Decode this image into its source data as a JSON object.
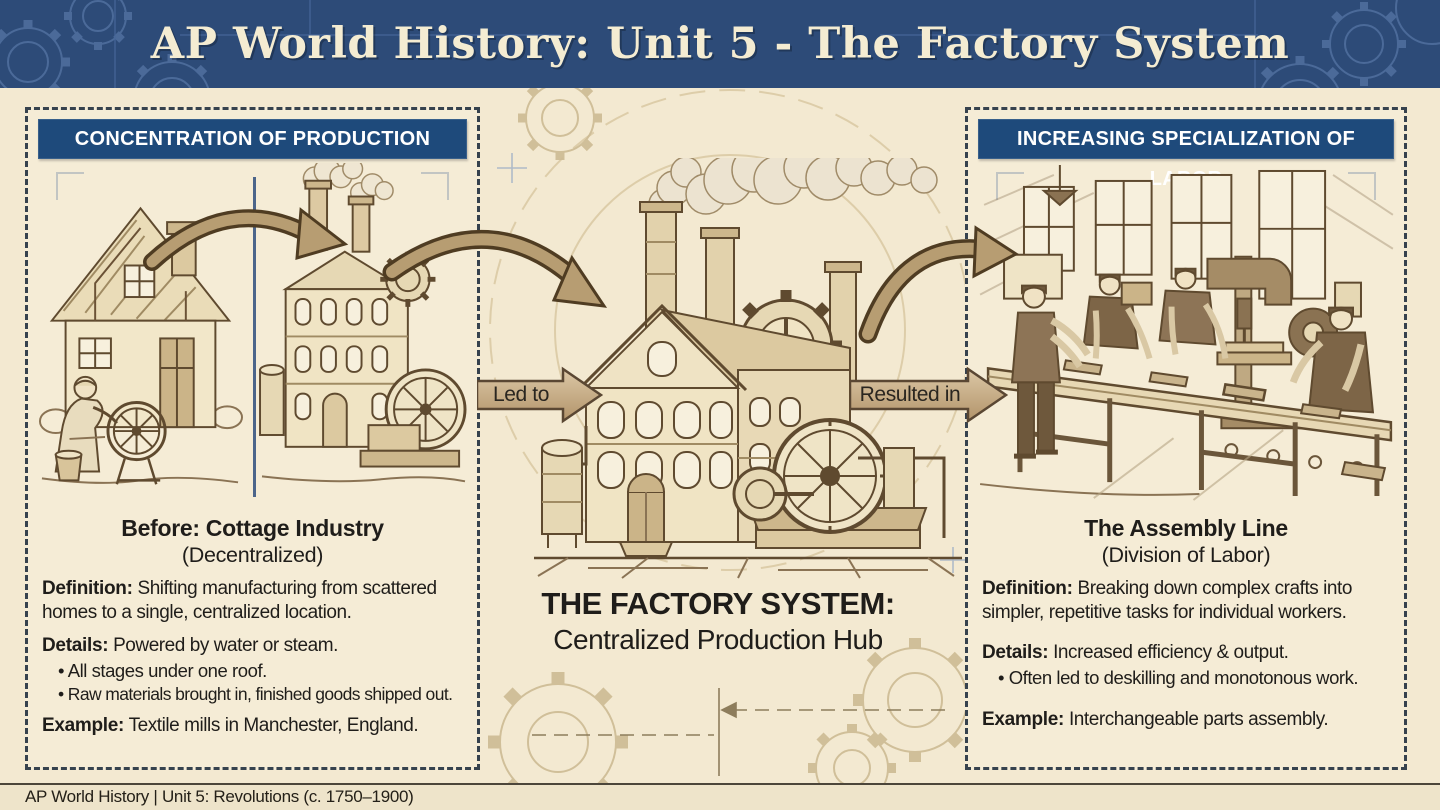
{
  "banner": {
    "title": "AP World History: Unit 5 - The Factory System"
  },
  "left_panel": {
    "header": "CONCENTRATION OF PRODUCTION",
    "title": "Before: Cottage Industry",
    "subtitle": "(Decentralized)",
    "definition_label": "Definition:",
    "definition_text": "Shifting manufacturing from scattered homes to a single, centralized location.",
    "details_label": "Details:",
    "details_text": "Powered by water or steam.",
    "bullets": [
      "• All stages under one roof.",
      "• Raw materials brought in, finished goods shipped out."
    ],
    "example_label": "Example:",
    "example_text": "Textile mills in Manchester, England."
  },
  "center": {
    "arrow_left_label": "Led to",
    "arrow_right_label": "Resulted in",
    "title": "THE FACTORY SYSTEM:",
    "subtitle": "Centralized Production Hub"
  },
  "right_panel": {
    "header": "INCREASING SPECIALIZATION OF LABOR",
    "title": "The Assembly Line",
    "subtitle": "(Division of Labor)",
    "definition_label": "Definition:",
    "definition_text": "Breaking down complex crafts into simpler, repetitive tasks for individual workers.",
    "details_label": "Details:",
    "details_text": "Increased efficiency & output.",
    "bullets": [
      "• Often led to deskilling and monotonous work."
    ],
    "example_label": "Example:",
    "example_text": "Interchangeable parts assembly."
  },
  "footer": {
    "text": "AP World History | Unit 5: Revolutions (c. 1750–1900)"
  },
  "colors": {
    "banner_blue": "#2d4b78",
    "header_bar_blue": "#1e4a7b",
    "background_cream": "#f3e9d1",
    "panel_cream": "#f5ecd6",
    "arrow_tan": "#c3a97e",
    "sepia_ink": "#5f4a2f",
    "footer_strip": "#eee4ca",
    "text_dark": "#1f1d1a"
  }
}
